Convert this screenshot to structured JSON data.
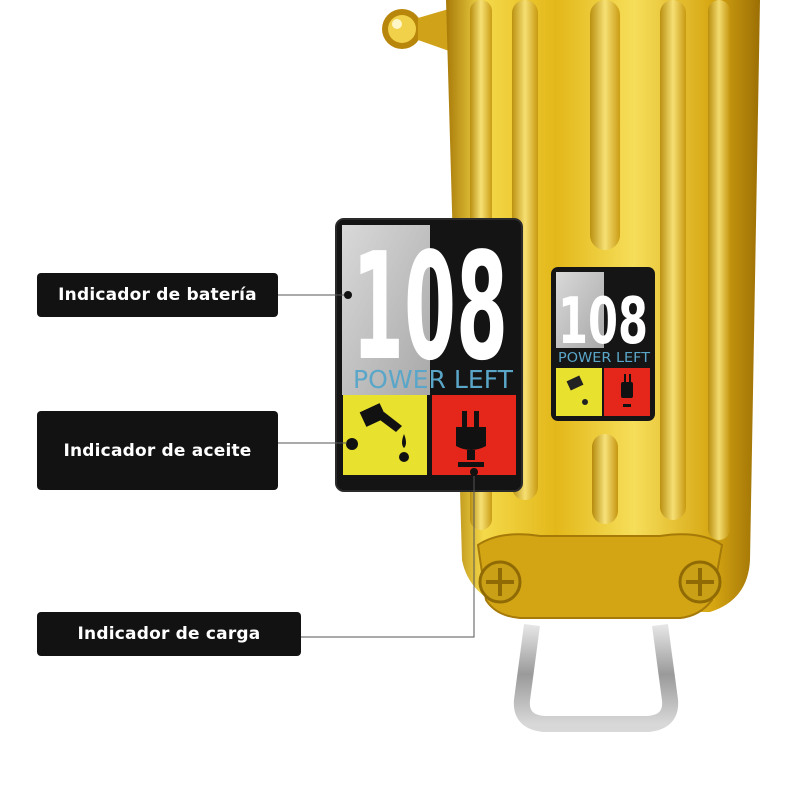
{
  "labels": {
    "battery": "Indicador de batería",
    "oil": "Indicador de aceite",
    "charge": "Indicador de carga"
  },
  "display": {
    "digits": "108",
    "caption": "POWER LEFT"
  },
  "icons": {
    "oil": "oil-can-icon",
    "charge": "power-plug-icon"
  },
  "colors": {
    "body_gold": "#e6c21c",
    "oil_panel": "#e8e12e",
    "charge_panel": "#e5261b",
    "caption_blue": "#5aa6c8"
  }
}
